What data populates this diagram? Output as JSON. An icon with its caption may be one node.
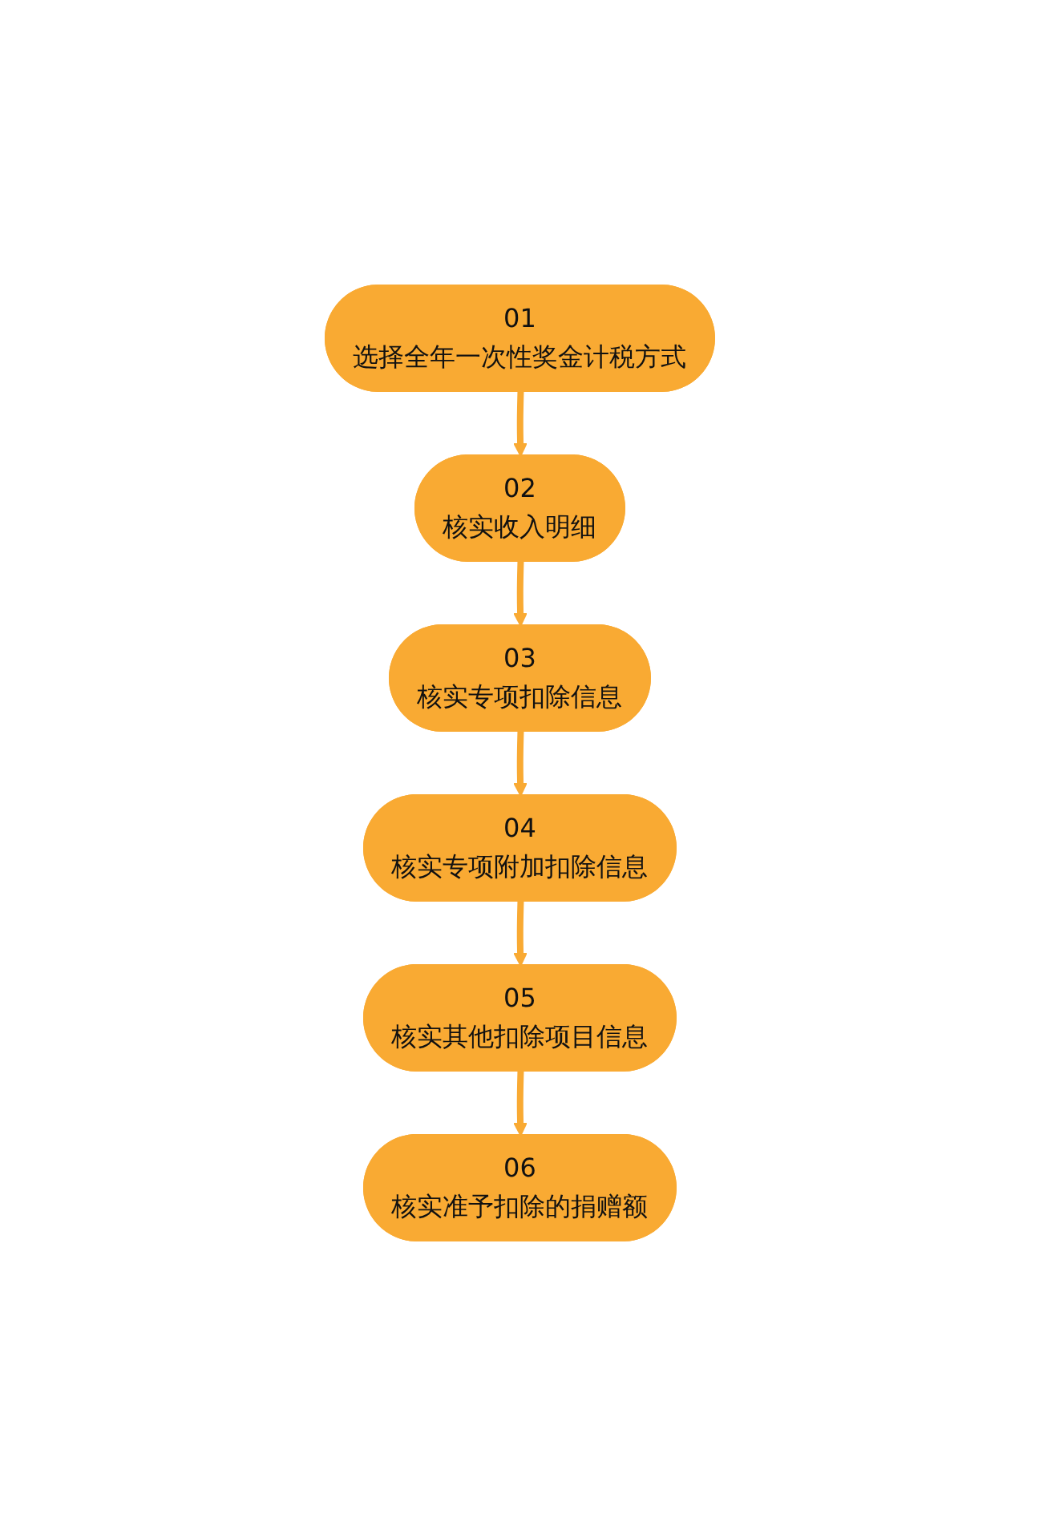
{
  "diagram": {
    "nodes": [
      {
        "text": [
          "01",
          "选择全年一次性奖金计税方式"
        ]
      },
      {
        "text": [
          "02",
          "核实收入明细"
        ]
      },
      {
        "text": [
          "03",
          "核实专项扣除信息"
        ]
      },
      {
        "text": [
          "04",
          "核实专项附加扣除信息"
        ]
      },
      {
        "text": [
          "05",
          "核实其他扣除项目信息"
        ]
      },
      {
        "text": [
          "06",
          "核实准予扣除的捐赠额"
        ]
      }
    ],
    "edges": [
      {
        "from": 0,
        "to": 1,
        "arrow": "to"
      },
      {
        "from": 1,
        "to": 2,
        "arrow": "to"
      },
      {
        "from": 2,
        "to": 3,
        "arrow": "to"
      },
      {
        "from": 3,
        "to": 4,
        "arrow": "to"
      },
      {
        "from": 4,
        "to": 5,
        "arrow": "to"
      }
    ]
  }
}
